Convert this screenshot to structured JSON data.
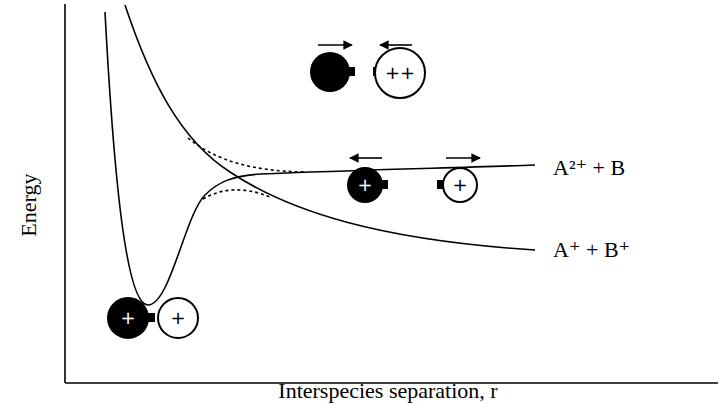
{
  "diagram": {
    "nodes": [
      {
        "text": [
          "++"
        ]
      },
      {
        "text": [
          "+"
        ]
      },
      {
        "text": [
          "+"
        ]
      },
      {
        "text": [
          "+"
        ]
      },
      {
        "text": [
          "+"
        ]
      }
    ],
    "labels": [
      "Energy",
      "Interspecies separation, r",
      "A²⁺ + B",
      "A⁺ + B⁺"
    ]
  }
}
